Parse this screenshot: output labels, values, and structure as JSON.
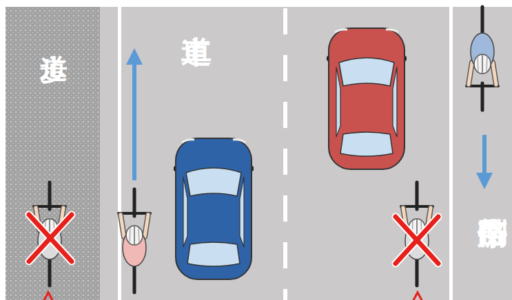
{
  "diagram": {
    "nodes": [
      {
        "text": [
          "歩道"
        ]
      },
      {
        "text": [
          "車道"
        ]
      },
      {
        "text": [
          "路側帯"
        ]
      }
    ]
  }
}
